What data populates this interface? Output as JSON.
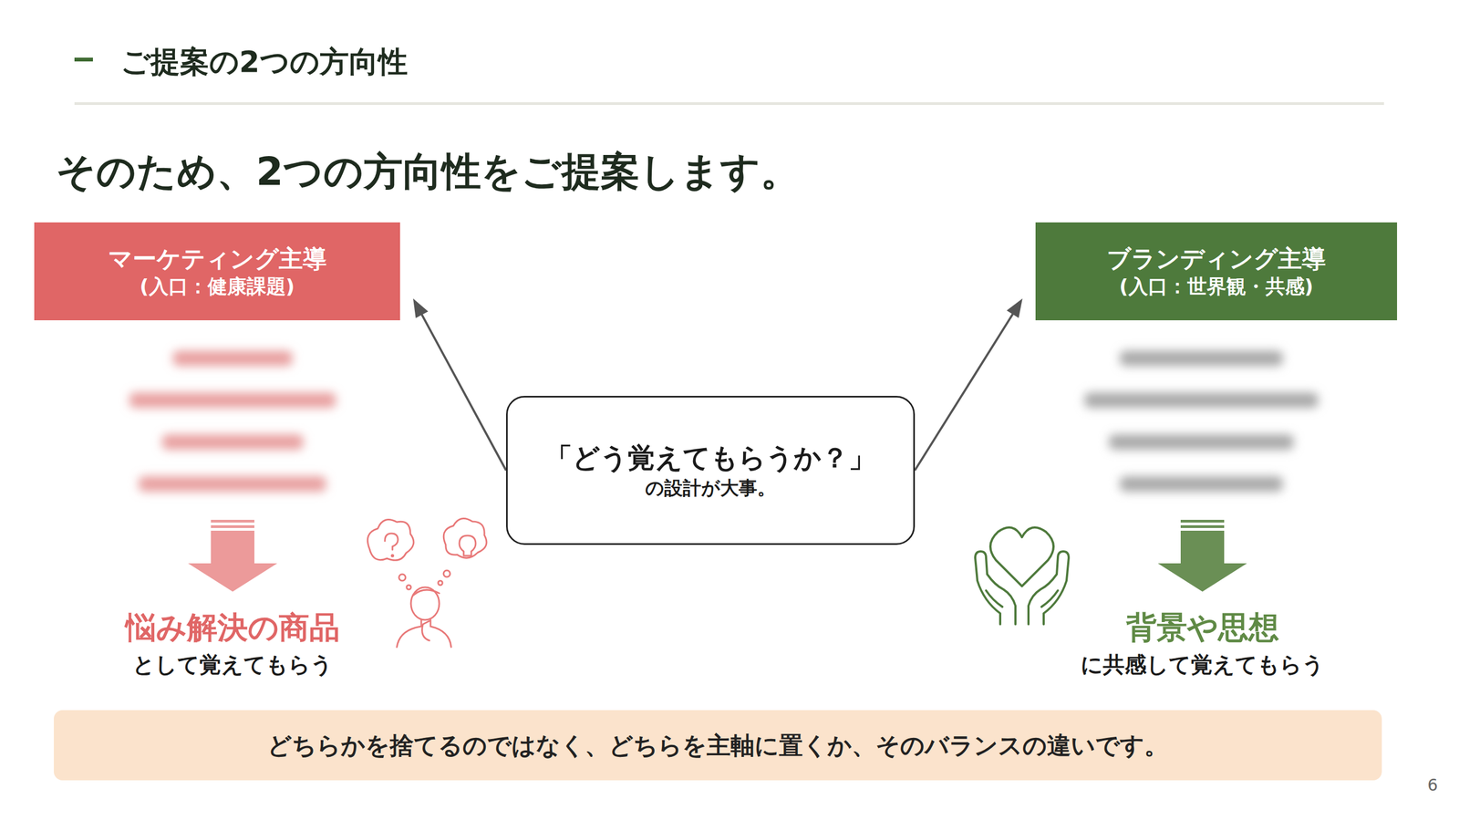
{
  "diagram": {
    "title": "ご提案の2つの方向性",
    "nodes": [
      {
        "text": [
          "マーケティング主導",
          "(入口：健康課題)"
        ]
      },
      {
        "text": [
          "ブランディング主導",
          "(入口：世界観・共感)"
        ]
      },
      {
        "text": [
          "「どう覚えてもらうか？」",
          "の設計が大事。"
        ]
      },
      {
        "text": [
          "どちらかを捨てるのではなく、どちらを主軸に置くか、そのバランスの違いです。"
        ]
      }
    ],
    "edges": [
      {
        "from": 2,
        "to": 0,
        "arrow": "to"
      },
      {
        "from": 2,
        "to": 1,
        "arrow": "to"
      }
    ],
    "labels": [
      "そのため、2つの方向性をご提案します。",
      "悩み解決の商品",
      "として覚えてもらう",
      "背景や思想",
      "に共感して覚えてもらう",
      "6"
    ]
  }
}
